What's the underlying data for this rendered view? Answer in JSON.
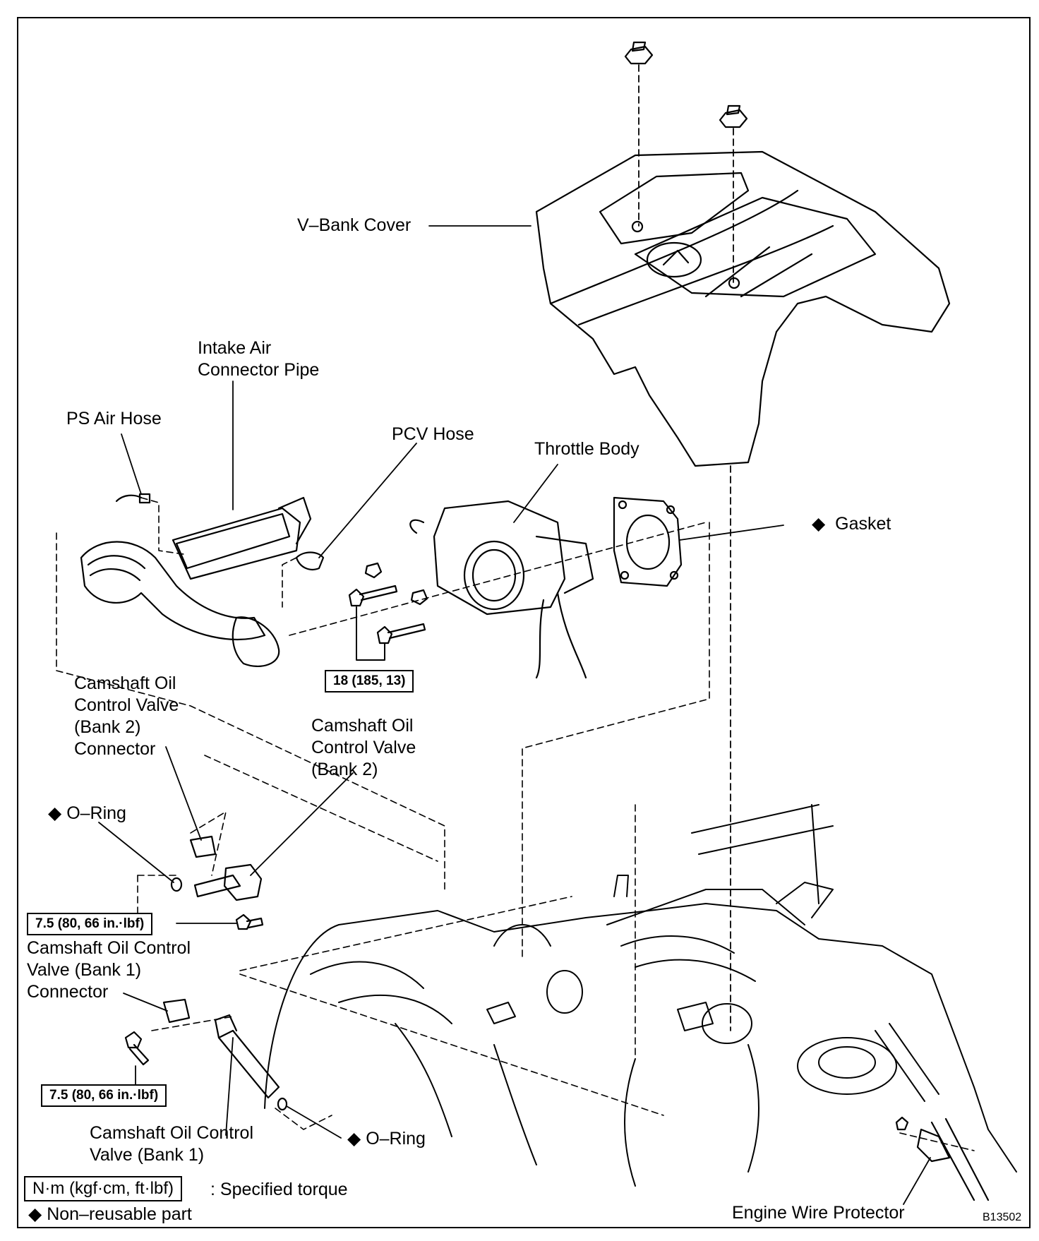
{
  "labels": {
    "v_bank_cover": "V–Bank Cover",
    "intake_air_connector_pipe": "Intake Air\nConnector Pipe",
    "ps_air_hose": "PS Air Hose",
    "pcv_hose": "PCV Hose",
    "throttle_body": "Throttle Body",
    "gasket": "Gasket",
    "cam_ocv_bank2_connector": "Camshaft Oil\nControl Valve\n(Bank 2)\nConnector",
    "cam_ocv_bank2": "Camshaft Oil\nControl Valve\n(Bank 2)",
    "o_ring_upper": "O–Ring",
    "cam_ocv_bank1_connector": "Camshaft Oil Control\nValve (Bank 1)\nConnector",
    "cam_ocv_bank1": "Camshaft Oil Control\nValve (Bank 1)",
    "o_ring_lower": "O–Ring",
    "engine_wire_protector": "Engine Wire Protector"
  },
  "torque": {
    "throttle_bolts": "18 (185, 13)",
    "bank2_bolt": "7.5 (80, 66 in.·lbf)",
    "bank1_bolt": "7.5 (80, 66 in.·lbf)"
  },
  "legend": {
    "torque_unit": "N·m (kgf·cm, ft·lbf)",
    "torque_desc": ": Specified torque",
    "nonreusable_desc": "Non–reusable part",
    "nonreusable_symbol": "◆"
  },
  "figure_code": "B13502"
}
